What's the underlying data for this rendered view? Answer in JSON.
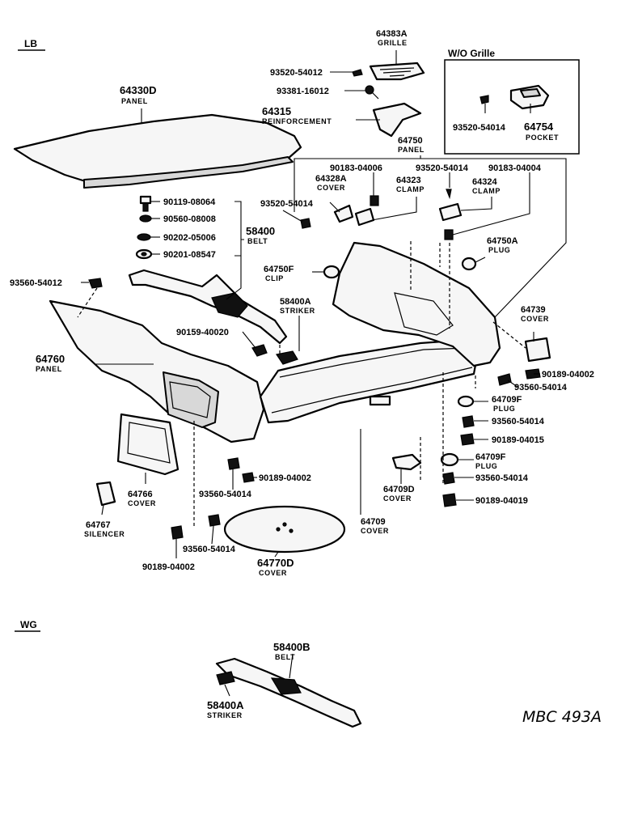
{
  "sections": {
    "lb": "LB",
    "wo_grille": "W/O Grille",
    "wg": "WG"
  },
  "drawing_code": "MBC 493A",
  "callouts": {
    "c64383a": {
      "number": "64383A",
      "name": "GRILLE"
    },
    "c93520a": {
      "number": "93520-54012"
    },
    "c93381": {
      "number": "93381-16012"
    },
    "c64315": {
      "number": "64315",
      "name": "REINFORCEMENT"
    },
    "c64750": {
      "number": "64750",
      "name": "PANEL"
    },
    "c93520b": {
      "number": "93520-54014"
    },
    "c64754": {
      "number": "64754",
      "name": "POCKET"
    },
    "c64330d": {
      "number": "64330D",
      "name": "PANEL"
    },
    "c90183a": {
      "number": "90183-04006"
    },
    "c93520c": {
      "number": "93520-54014"
    },
    "c90183b": {
      "number": "90183-04004"
    },
    "c64328a": {
      "number": "64328A",
      "name": "COVER"
    },
    "c64323": {
      "number": "64323",
      "name": "CLAMP"
    },
    "c64324": {
      "number": "64324",
      "name": "CLAMP"
    },
    "c93520d": {
      "number": "93520-54014"
    },
    "c90119": {
      "number": "90119-08064"
    },
    "c90560": {
      "number": "90560-08008"
    },
    "c58400": {
      "number": "58400",
      "name": "BELT"
    },
    "c90202": {
      "number": "90202-05006"
    },
    "c90201": {
      "number": "90201-08547"
    },
    "c64750a": {
      "number": "64750A",
      "name": "PLUG"
    },
    "c64750f": {
      "number": "64750F",
      "name": "CLIP"
    },
    "c93560a": {
      "number": "93560-54012"
    },
    "c58400a": {
      "number": "58400A",
      "name": "STRIKER"
    },
    "c64739": {
      "number": "64739",
      "name": "COVER"
    },
    "c90159": {
      "number": "90159-40020"
    },
    "c64760": {
      "number": "64760",
      "name": "PANEL"
    },
    "c90189a": {
      "number": "90189-04002"
    },
    "c93560b": {
      "number": "93560-54014"
    },
    "c64709f_a": {
      "number": "64709F",
      "name": "PLUG"
    },
    "c93560c": {
      "number": "93560-54014"
    },
    "c90189b": {
      "number": "90189-04015"
    },
    "c64709f_b": {
      "number": "64709F",
      "name": "PLUG"
    },
    "c93560d": {
      "number": "93560-54014"
    },
    "c90189c": {
      "number": "90189-04019"
    },
    "c90189d": {
      "number": "90189-04002"
    },
    "c93560e": {
      "number": "93560-54014"
    },
    "c64766": {
      "number": "64766",
      "name": "COVER"
    },
    "c64767": {
      "number": "64767",
      "name": "SILENCER"
    },
    "c64709d": {
      "number": "64709D",
      "name": "COVER"
    },
    "c64709": {
      "number": "64709",
      "name": "COVER"
    },
    "c93560f": {
      "number": "93560-54014"
    },
    "c90189e": {
      "number": "90189-04002"
    },
    "c64770d": {
      "number": "64770D",
      "name": "COVER"
    },
    "c58400b": {
      "number": "58400B",
      "name": "BELT"
    },
    "c58400a_wg": {
      "number": "58400A",
      "name": "STRIKER"
    }
  }
}
